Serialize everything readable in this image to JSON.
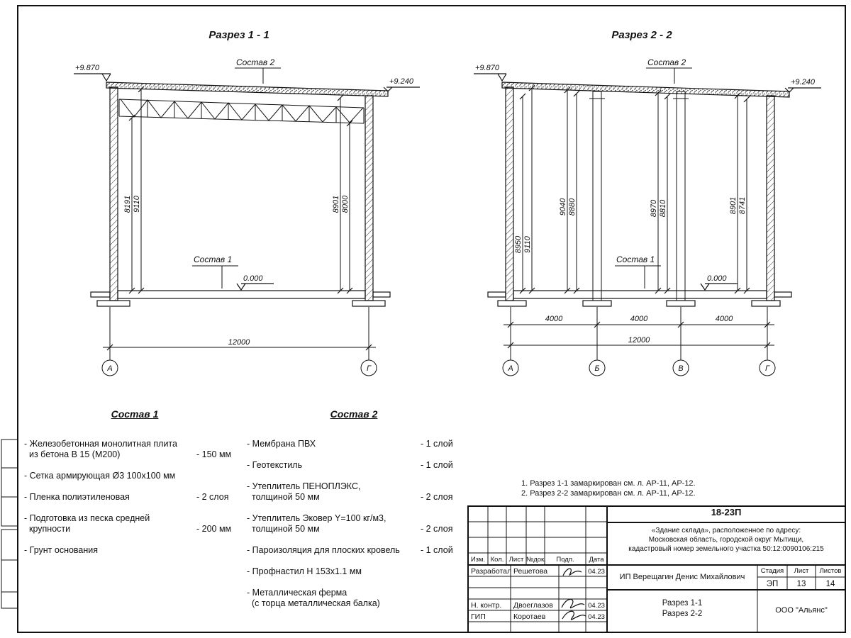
{
  "labels": {
    "sostav1": "Состав 1",
    "sostav2": "Состав 2"
  },
  "sections": {
    "s1": {
      "title": "Разрез 1 - 1",
      "elev_left": "+9.870",
      "elev_right": "+9.240",
      "elev_zero": "0.000",
      "dim_left_a": "8191",
      "dim_left_b": "9110",
      "dim_right_a": "8901",
      "dim_right_b": "8000",
      "dim_total": "12000",
      "axes": [
        "А",
        "Г"
      ]
    },
    "s2": {
      "title": "Разрез 2 - 2",
      "elev_left": "+9.870",
      "elev_right": "+9.240",
      "elev_zero": "0.000",
      "dims": [
        "8950",
        "9110",
        "9040",
        "8880",
        "8970",
        "8810",
        "8901",
        "8741"
      ],
      "bay_dims": [
        "4000",
        "4000",
        "4000"
      ],
      "dim_total": "12000",
      "axes": [
        "А",
        "Б",
        "В",
        "Г"
      ]
    }
  },
  "sostav1": {
    "title": "Состав 1",
    "items": [
      {
        "lines": [
          "- Железобетонная монолитная плита",
          "из бетона В 15 (М200)"
        ],
        "value": "- 150 мм"
      },
      {
        "lines": [
          "- Сетка армирующая Ø3 100х100 мм"
        ]
      },
      {
        "lines": [
          "- Пленка полиэтиленовая"
        ],
        "value": "- 2 слоя"
      },
      {
        "lines": [
          "- Подготовка из песка средней",
          "крупности"
        ],
        "value": "- 200 мм"
      },
      {
        "lines": [
          "- Грунт основания"
        ]
      }
    ]
  },
  "sostav2": {
    "title": "Состав 2",
    "items": [
      {
        "lines": [
          "- Мембрана ПВХ"
        ],
        "value": "- 1 слой"
      },
      {
        "lines": [
          "- Геотекстиль"
        ],
        "value": "- 1 слой"
      },
      {
        "lines": [
          "- Утеплитель ПЕНОПЛЭКС,",
          "толщиной 50 мм"
        ],
        "value": "- 2 слоя"
      },
      {
        "lines": [
          "- Утеплитель Эковер Y=100 кг/м3,",
          "толщиной 50 мм"
        ],
        "value": "- 2 слоя"
      },
      {
        "lines": [
          "- Пароизоляция для плоских кровель"
        ],
        "value": "- 1 слой"
      },
      {
        "lines": [
          "- Профнастил Н 153х1.1 мм"
        ]
      },
      {
        "lines": [
          "- Металлическая ферма",
          "(с торца металлическая балка)"
        ]
      }
    ]
  },
  "notes": {
    "line1": "1. Разрез 1-1 замаркирован см. л. АР-11, АР-12.",
    "line2": "2. Разрез 2-2 замаркирован см. л. АР-11, АР-12."
  },
  "titleblock": {
    "doc_number": "18-23П",
    "project_line1": "«Здание склада», расположенное по адресу:",
    "project_line2": "Московская область, городской округ Мытищи,",
    "project_line3": "кадастровый номер земельного участка 50:12:0090106:215",
    "col_headers": [
      "Изм.",
      "Кол.",
      "Лист",
      "№док.",
      "Подп.",
      "Дата"
    ],
    "signature_rows": [
      {
        "role": "Разработал",
        "name": "Решетова",
        "date": "04.23"
      },
      {
        "role": "Н. контр.",
        "name": "Двоеглазов",
        "date": "04.23"
      },
      {
        "role": "ГИП",
        "name": "Коротаев",
        "date": "04.23"
      }
    ],
    "client": "ИП Верещагин Денис Михайлович",
    "stage_label": "Стадия",
    "sheet_label": "Лист",
    "sheets_label": "Листов",
    "stage": "ЭП",
    "sheet": "13",
    "sheets": "14",
    "title_line1": "Разрез 1-1",
    "title_line2": "Разрез 2-2",
    "company": "ООО \"Альянс\""
  }
}
